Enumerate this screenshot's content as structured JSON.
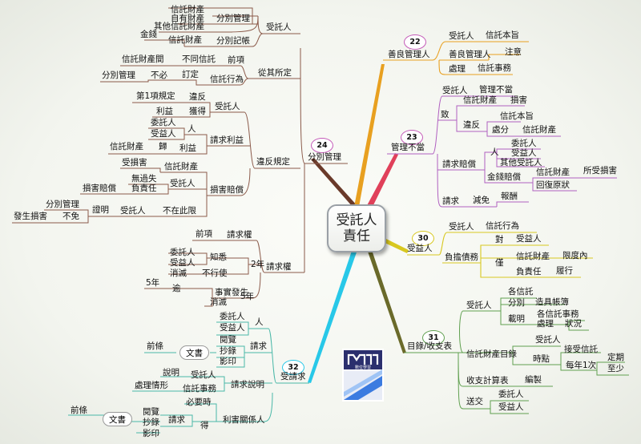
{
  "center": {
    "line1": "受託人",
    "line2": "責任"
  },
  "badges": {
    "b22": "22",
    "b23": "23",
    "b24": "24",
    "b30": "30",
    "b31": "31",
    "b32": "32"
  },
  "logo_text": "數位學習",
  "colors": {
    "branch22": "#e8a020",
    "branch23": "#e0405a",
    "branch24": "#6a3a2a",
    "branch30": "#d8c820",
    "branch31": "#6a6a2a",
    "branch32": "#28c8e8",
    "brown": "#8b5a4a",
    "purple": "#b060c0",
    "green": "#60a050",
    "teal": "#4ab8a8"
  },
  "labels": {
    "t24_main": "分別管理",
    "t24a": "受託人",
    "t24a1": "分別管理",
    "t24a1a": "信託財產",
    "t24a1b": "自有財產",
    "t24a1c": "其他信託財產",
    "t24a2": "分別記帳",
    "t24a2a": "信託財產",
    "t24a2b": "金錢",
    "t24b": "從其所定",
    "t24b1": "前項",
    "t24b1a": "不同信託",
    "t24b1b": "信託財產間",
    "t24b2": "信託行為",
    "t24b2a": "訂定",
    "t24b2b": "不必",
    "t24b2c": "分別管理",
    "t24c": "違反規定",
    "t24c1": "受託人",
    "t24c1a": "違反",
    "t24c1b": "第1項規定",
    "t24c1c": "獲得",
    "t24c1d": "利益",
    "t24c2": "請求利益",
    "t24c2a": "人",
    "t24c2b": "委託人",
    "t24c2c": "受益人",
    "t24c2d": "利益",
    "t24c2e": "歸",
    "t24c2f": "信託財產",
    "t24c3": "損害賠償",
    "t24c3a": "受託人",
    "t24c3b": "信託財產",
    "t24c3c": "受損害",
    "t24c3d": "無過失",
    "t24c3e": "負責任",
    "t24c3f": "損害賠償",
    "t24c3g": "不在此限",
    "t24c3h": "受託人",
    "t24c3i": "證明",
    "t24c3j": "不免",
    "t24c3k": "分別管理",
    "t24c3l": "發生損害",
    "t24d": "請求權",
    "t24d1": "請求權",
    "t24d1a": "前項",
    "t24d2": "2年",
    "t24d2a": "知悉",
    "t24d2b": "委託人",
    "t24d2c": "受益人",
    "t24d2d": "不行使",
    "t24d2e": "消滅",
    "t24d3": "5年",
    "t24d3a": "事實發生",
    "t24d3b": "逾",
    "t24d3c": "5年",
    "t24d3d": "消滅",
    "t22_main": "善良管理人",
    "t22a": "受託人",
    "t22a1": "信託本旨",
    "t22b": "善良管理人",
    "t22b1": "注意",
    "t22c": "處理",
    "t22c1": "信託事務",
    "t23_main": "管理不當",
    "t23a": "受託人",
    "t23a1": "管理不當",
    "t23b": "致",
    "t23b1": "信託財產",
    "t23b1a": "損害",
    "t23b2": "違反",
    "t23b2a": "信託本旨",
    "t23b2b": "處分",
    "t23b2c": "信託財產",
    "t23c": "請求賠償",
    "t23c1": "人",
    "t23c1a": "委託人",
    "t23c1b": "受益人",
    "t23c1c": "其他受託人",
    "t23c2": "金錢賠償",
    "t23c2a": "信託財產",
    "t23c2b": "所受損害",
    "t23c2c": "回復原狀",
    "t23d": "請求",
    "t23d1": "減免",
    "t23d2": "報酬",
    "t30_main": "受益人",
    "t30a": "受託人",
    "t30a1": "信託行為",
    "t30b": "負擔債務",
    "t30b1": "對",
    "t30b1a": "受益人",
    "t30b2": "僅",
    "t30b2a": "信託財產",
    "t30b2b": "限度內",
    "t30b2c": "負責任",
    "t30b2d": "履行",
    "t31_main": "目錄/收支表",
    "t31a": "受託人",
    "t31a1": "各信託",
    "t31a2": "分別",
    "t31a2a": "造具帳簿",
    "t31a3": "載明",
    "t31a3a": "各信託事務",
    "t31a3b": "處理",
    "t31a3c": "狀況",
    "t31b": "信託財產目錄",
    "t31b1": "受託人",
    "t31b2": "時點",
    "t31b2a": "接受信託",
    "t31b2b": "每年1次",
    "t31b2c": "定期",
    "t31b2d": "至少",
    "t31c": "收支計算表",
    "t31c1": "編製",
    "t31d": "送交",
    "t31d1": "委託人",
    "t31d2": "受益人",
    "t32_main": "受請求",
    "t32a": "人",
    "t32a1": "委託人",
    "t32a2": "受益人",
    "t32b": "請求",
    "t32b1": "閱覽",
    "t32b2": "抄錄",
    "t32b3": "影印",
    "t32b4": "文書",
    "t32b5": "前條",
    "t32c": "請求說明",
    "t32c1": "受託人",
    "t32c2": "說明",
    "t32c3": "信託事務",
    "t32c4": "處理情形",
    "t32d": "利害關係人",
    "t32d1": "必要時",
    "t32d2": "得",
    "t32d3": "請求",
    "t32d4": "閱覽",
    "t32d5": "抄錄",
    "t32d6": "影印",
    "t32d7": "文書",
    "t32d8": "前條"
  }
}
